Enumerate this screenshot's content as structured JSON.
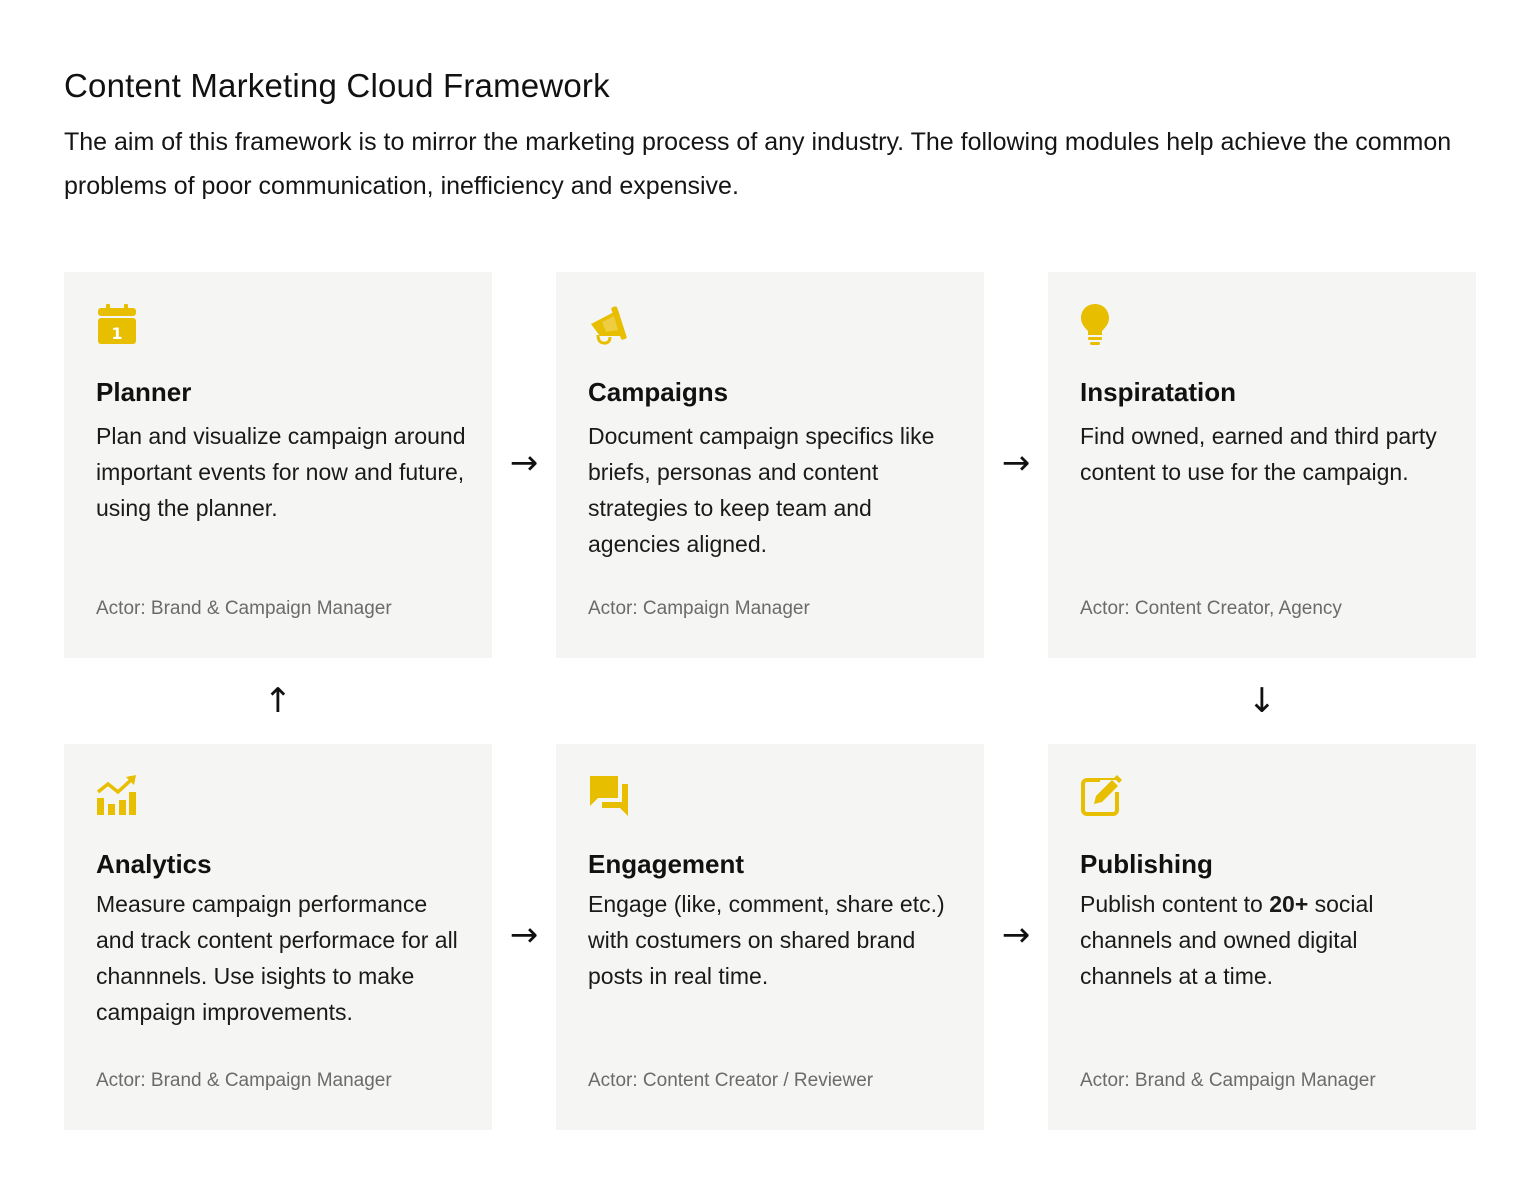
{
  "header": {
    "title": "Content Marketing Cloud Framework",
    "description": "The aim of this framework is to mirror the marketing process of any industry. The following modules help achieve the common problems of poor communication, inefficiency and expensive."
  },
  "colors": {
    "accent": "#e8be00",
    "card_bg": "#f5f5f3",
    "actor_text": "#6b6b6b"
  },
  "arrows": {
    "right": "→",
    "up": "↑",
    "down": "↓"
  },
  "modules": [
    {
      "icon": "calendar-icon",
      "title": "Planner",
      "description": "Plan and visualize campaign around important events for now and future, using the planner.",
      "actor": "Actor: Brand & Campaign Manager"
    },
    {
      "icon": "megaphone-icon",
      "title": "Campaigns",
      "description": "Document campaign specifics like briefs, personas and content strategies to keep team and agencies aligned.",
      "actor": "Actor: Campaign Manager"
    },
    {
      "icon": "lightbulb-icon",
      "title": "Inspiratation",
      "description": "Find owned, earned and third party content to use for the campaign.",
      "actor": "Actor: Content Creator, Agency"
    },
    {
      "icon": "analytics-chart-icon",
      "title": "Analytics",
      "description": "Measure campaign performance and track content performace for all channnels. Use isights to make campaign improvements.",
      "actor": "Actor: Brand & Campaign Manager"
    },
    {
      "icon": "chat-bubbles-icon",
      "title": "Engagement",
      "description": "Engage (like, comment, share etc.) with costumers on shared brand posts in real time.",
      "actor": "Actor: Content Creator / Reviewer"
    },
    {
      "icon": "edit-icon",
      "title": "Publishing",
      "description_before": "Publish content to ",
      "description_bold": "20+",
      "description_after": " social channels and owned digital channels at a time.",
      "actor": "Actor: Brand & Campaign Manager"
    }
  ]
}
